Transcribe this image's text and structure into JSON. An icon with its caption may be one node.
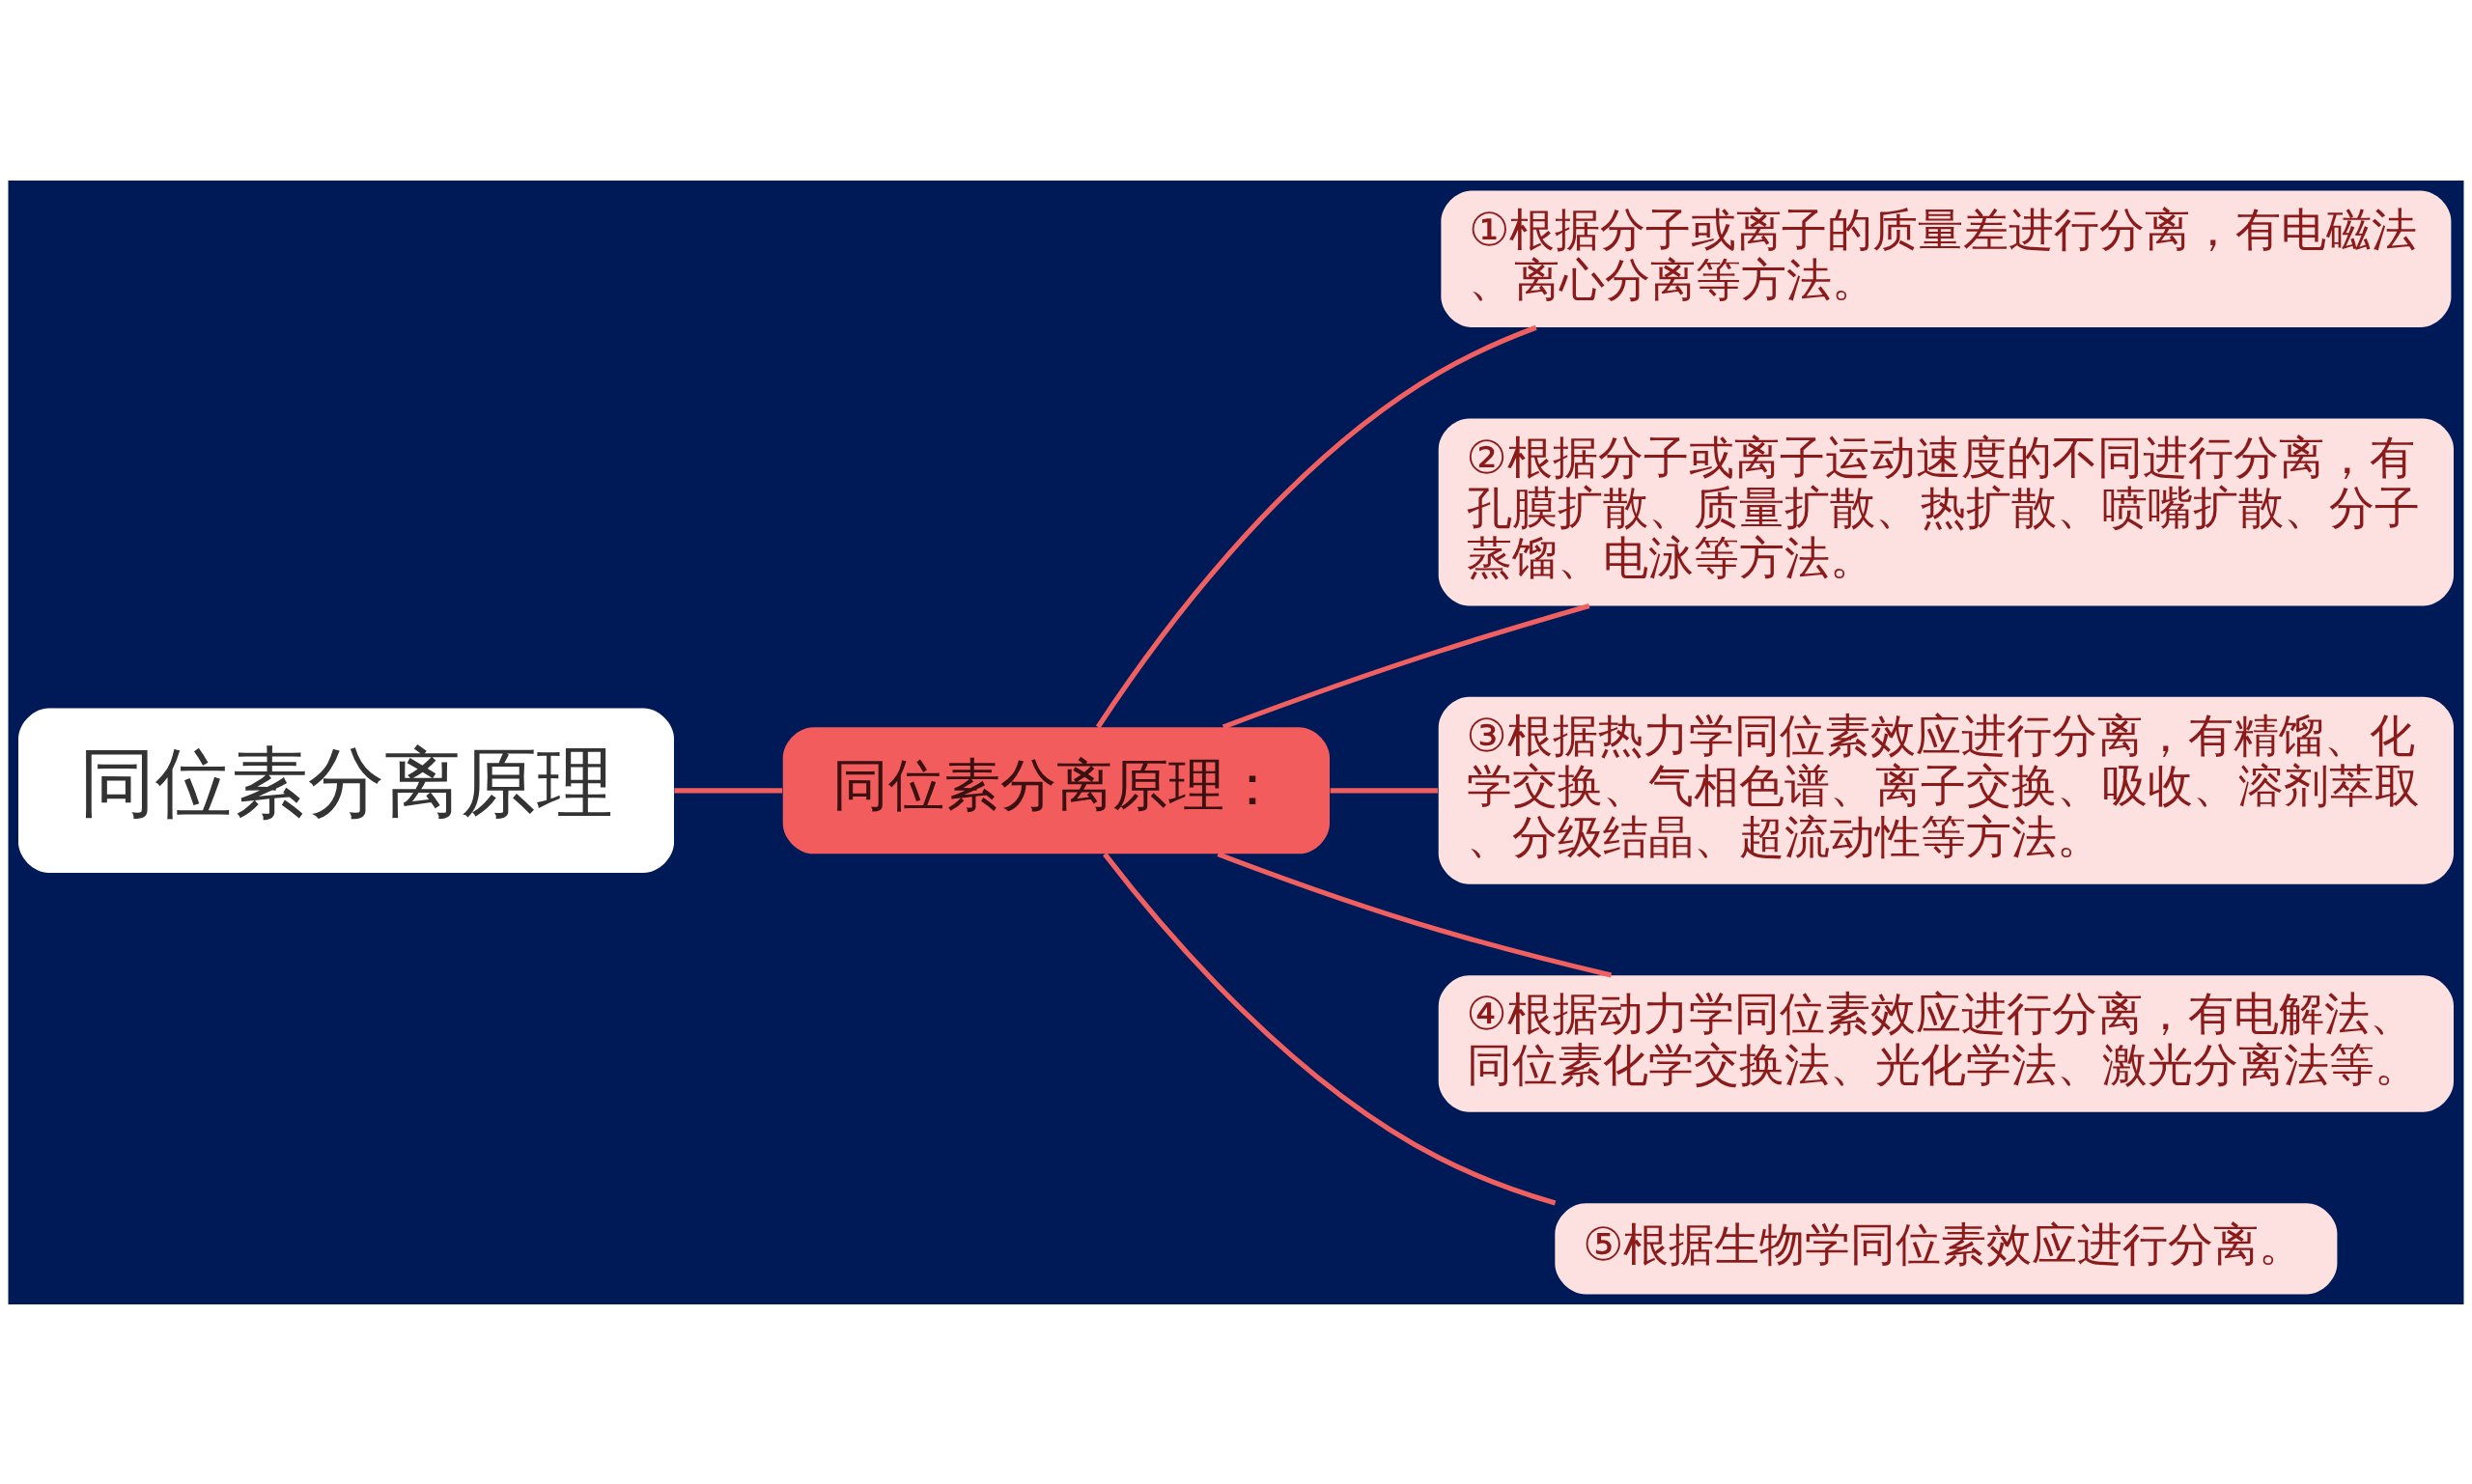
{
  "diagram": {
    "nodes": [
      {
        "text": [
          "同位素分离原理"
        ]
      },
      {
        "text": [
          "同位素分离原理："
        ]
      },
      {
        "text": [
          "①根据分子或离子的质量差进行分离，有电磁法、离心分离等方法。"
        ]
      },
      {
        "text": [
          "②根据分子或离子运动速度的不同进行分离，有孔膜扩散、质量扩散、热扩散、喷嘴扩散、分子蒸馏、电泳等方法。"
        ]
      },
      {
        "text": [
          "③根据热力学同位素效应进行分离，有精馏、化学交换、气相色谱、离子交换、吸收、溶剂萃取、分级结晶、超流动性等方法。"
        ]
      },
      {
        "text": [
          "④根据动力学同位素效应进行分离，有电解法、同位素化学交换法、光化学法、激光分离法等。"
        ]
      },
      {
        "text": [
          "⑤根据生物学同位素效应进行分离。"
        ]
      }
    ],
    "edges": [
      {
        "from": 0,
        "to": 1,
        "arrow": "none"
      },
      {
        "from": 1,
        "to": 2,
        "arrow": "none"
      },
      {
        "from": 1,
        "to": 3,
        "arrow": "none"
      },
      {
        "from": 1,
        "to": 4,
        "arrow": "none"
      },
      {
        "from": 1,
        "to": 5,
        "arrow": "none"
      },
      {
        "from": 1,
        "to": 6,
        "arrow": "none"
      }
    ]
  }
}
